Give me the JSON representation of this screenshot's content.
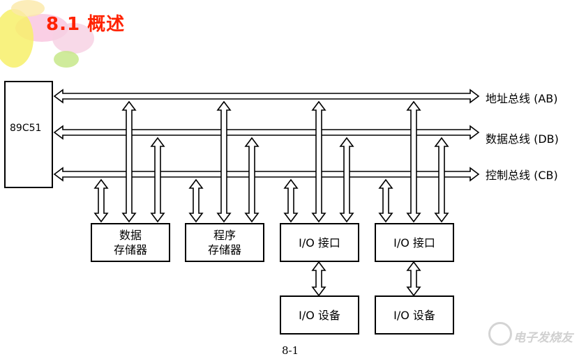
{
  "title": "8.1 概述",
  "cpu_label": "89C51",
  "buses": [
    {
      "label": "地址总线 (AB)"
    },
    {
      "label": "数据总线 (DB)"
    },
    {
      "label": "控制总线 (CB)"
    }
  ],
  "modules": [
    {
      "line1": "数据",
      "line2": "存储器"
    },
    {
      "line1": "程序",
      "line2": "存储器"
    },
    {
      "line1": "I/O 接口",
      "line2": ""
    },
    {
      "line1": "I/O 接口",
      "line2": ""
    }
  ],
  "devices": [
    {
      "label": "I/O 设备"
    },
    {
      "label": "I/O 设备"
    }
  ],
  "figure_label": "8-1",
  "watermark": "电子发烧友",
  "colors": {
    "title": "#ff2200",
    "line": "#000000",
    "deco_yellow": "#f4ef3a",
    "deco_pink": "#f5c8dc",
    "deco_green": "#b8e27a"
  }
}
